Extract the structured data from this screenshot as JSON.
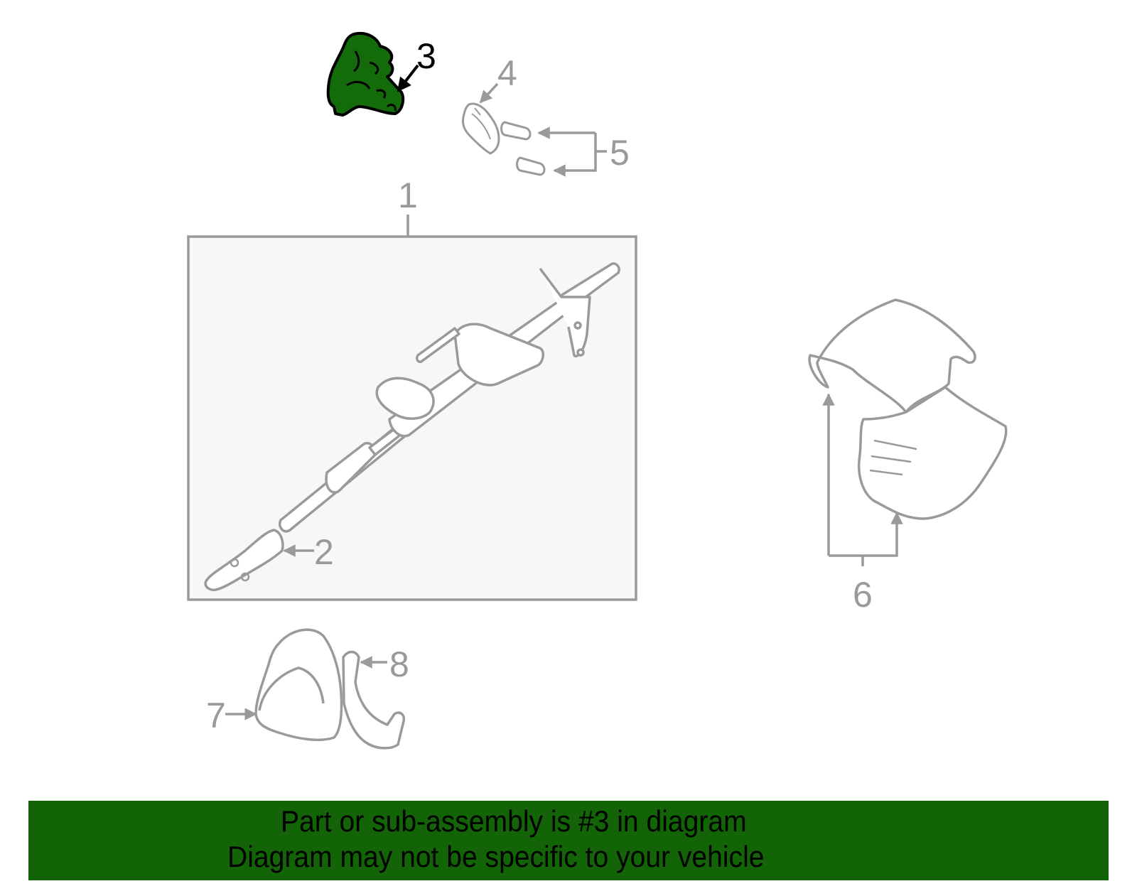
{
  "diagram": {
    "type": "exploded-parts-diagram",
    "subject": "steering column assembly",
    "colors": {
      "line_gray": "#9a9a9a",
      "box_fill": "#f7f7f7",
      "highlight_green": "#136b0a",
      "banner_green": "#126406",
      "highlight_text": "#000000"
    },
    "highlighted_part": "3",
    "callouts": [
      {
        "id": "1",
        "label": "1",
        "highlighted": false
      },
      {
        "id": "2",
        "label": "2",
        "highlighted": false
      },
      {
        "id": "3",
        "label": "3",
        "highlighted": true
      },
      {
        "id": "4",
        "label": "4",
        "highlighted": false
      },
      {
        "id": "5",
        "label": "5",
        "highlighted": false
      },
      {
        "id": "6",
        "label": "6",
        "highlighted": false
      },
      {
        "id": "7",
        "label": "7",
        "highlighted": false
      },
      {
        "id": "8",
        "label": "8",
        "highlighted": false
      }
    ]
  },
  "banner": {
    "line1": "Part or sub-assembly is #3 in diagram",
    "line2": "Diagram may not be specific to your vehicle"
  }
}
